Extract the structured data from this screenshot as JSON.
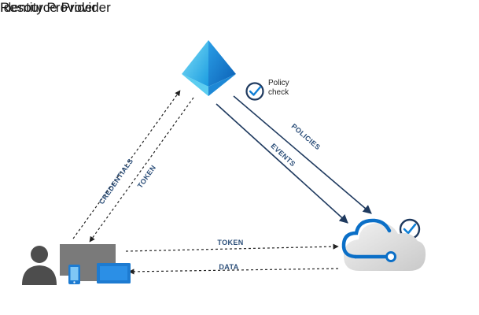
{
  "identity_provider": {
    "title": "Identity Provider"
  },
  "resource_provider": {
    "title": "Resource Provider"
  },
  "policy_check": {
    "line1": "Policy",
    "line2": "check"
  },
  "edges": {
    "credentials": "CREDENTIALS",
    "token_down": "TOKEN",
    "policies": "POLICIES",
    "events": "EVENTS",
    "token_right": "TOKEN",
    "data": "DATA"
  },
  "icons": {
    "identity": "azure-ad-pyramid-icon",
    "user": "user-devices-icon",
    "cloud": "cloud-resource-icon",
    "check": "check-circle-icon"
  },
  "colors": {
    "navy": "#1f3a5f",
    "label": "#2a4d78",
    "azure_dark": "#0b6fc7",
    "azure_light": "#5ed0f0",
    "device_blue": "#1d7bd1",
    "gray": "#7a7a7a"
  }
}
